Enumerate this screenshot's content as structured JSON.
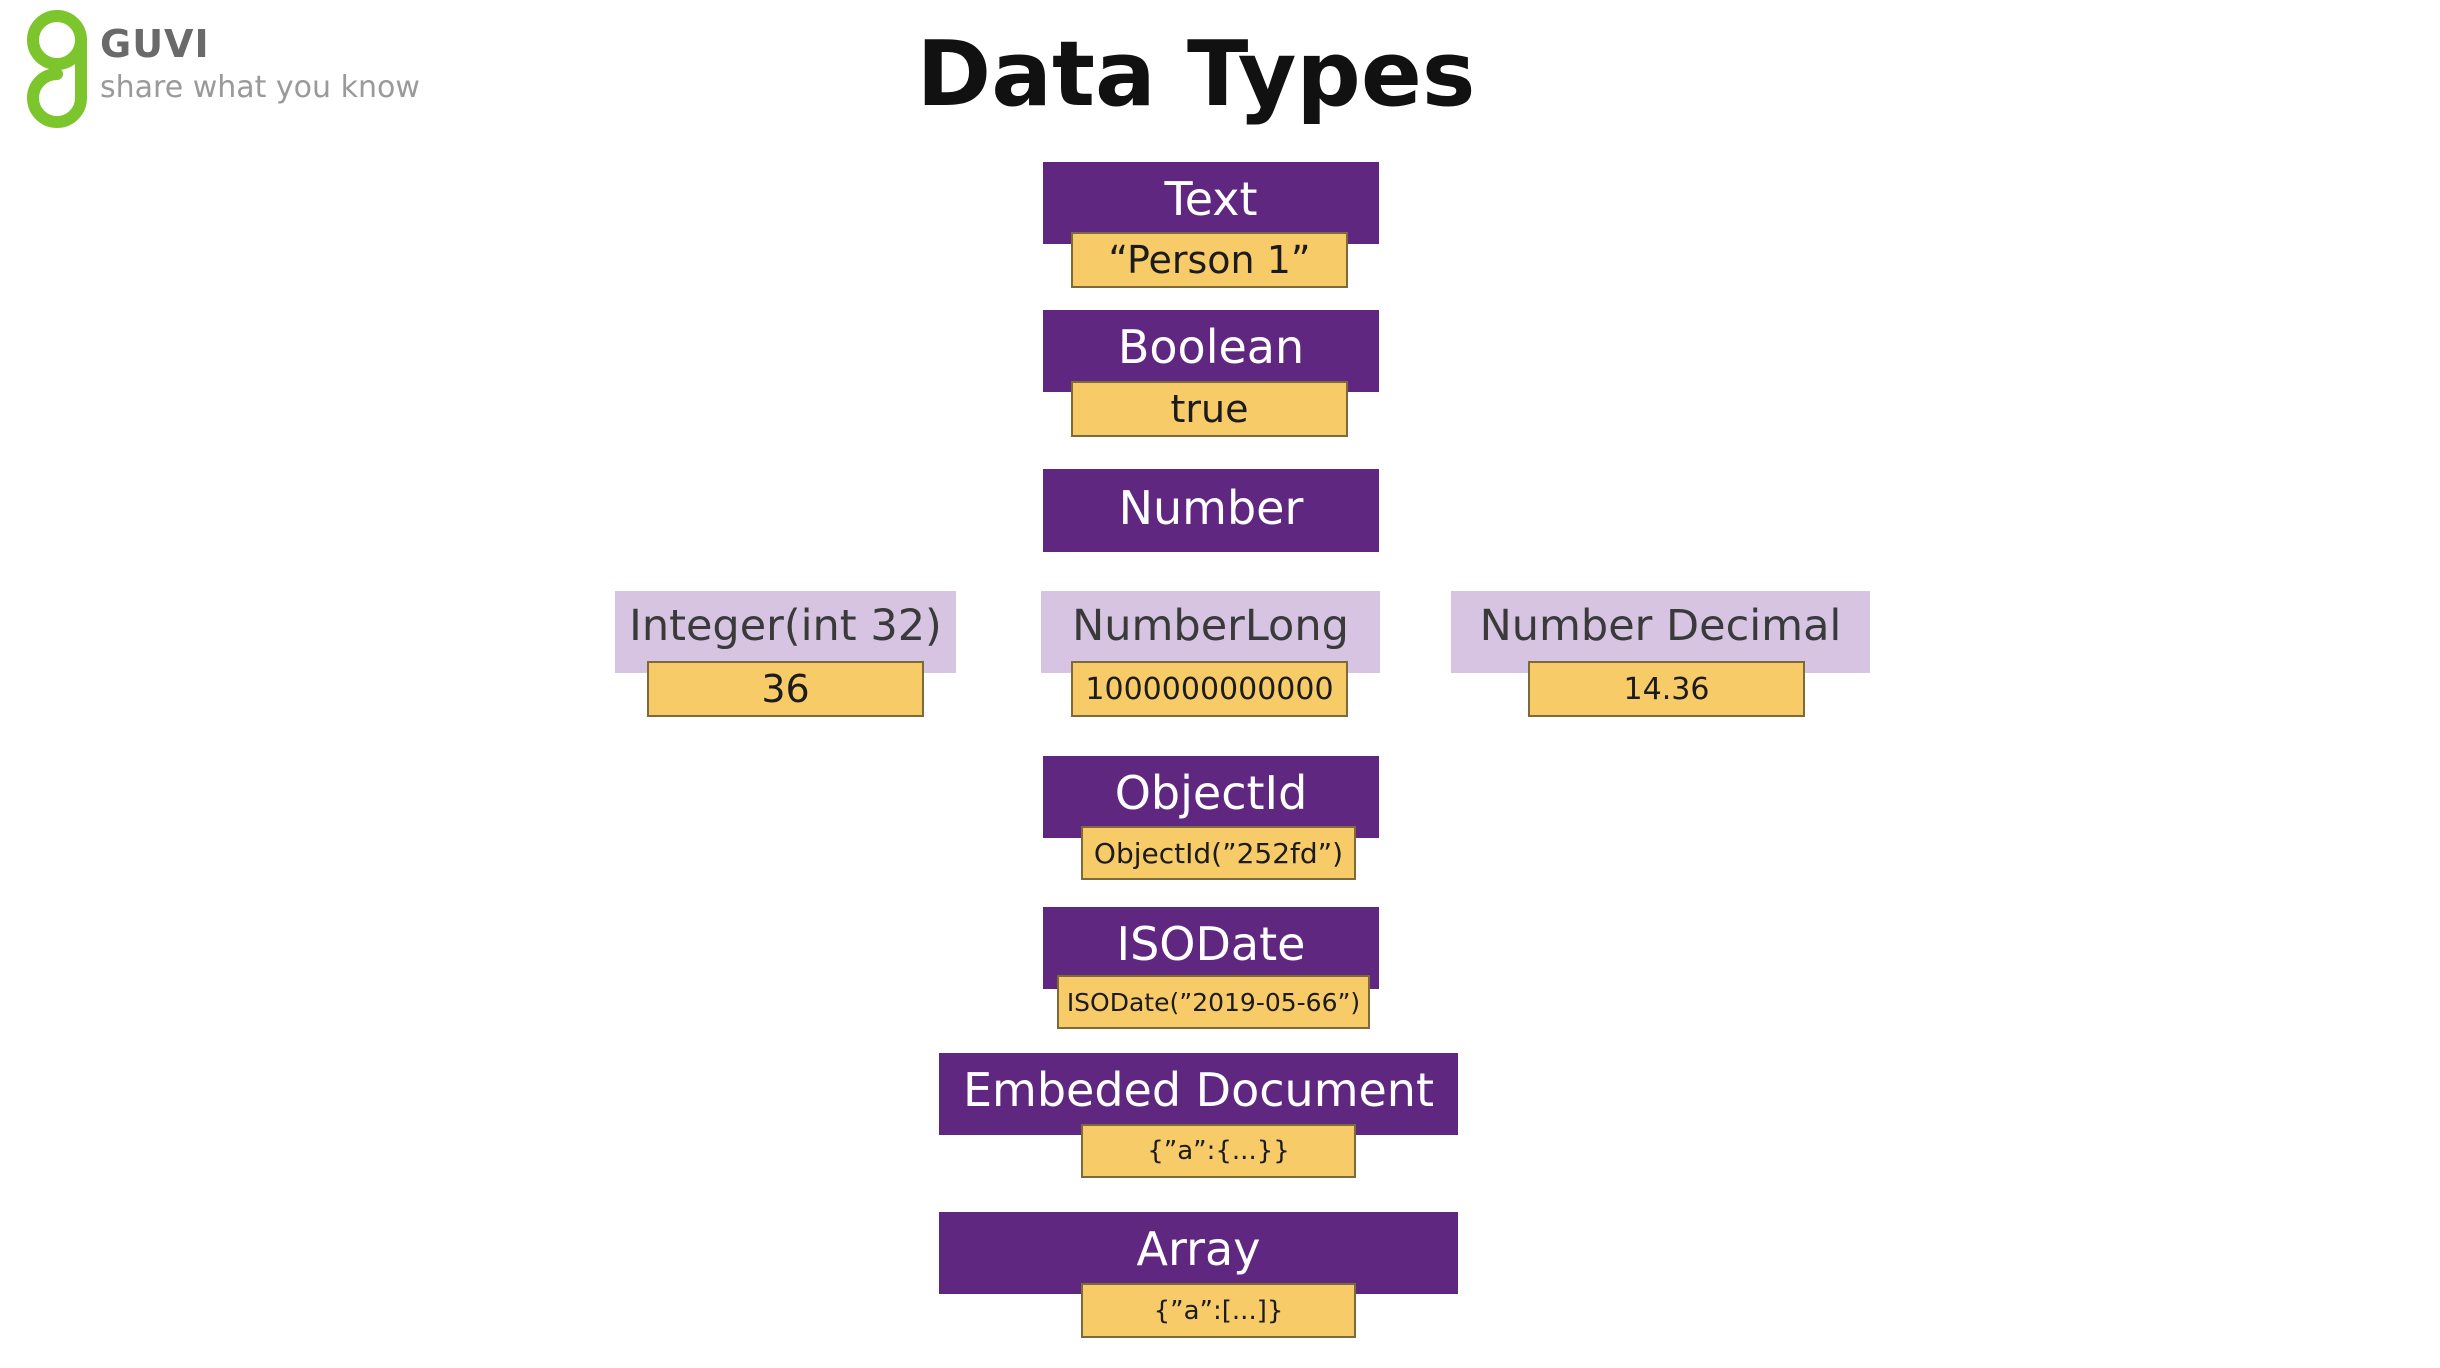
{
  "brand": {
    "name": "GUVI",
    "tagline": "share what you know",
    "color": "#7cc52c"
  },
  "title": "Data Types",
  "colors": {
    "type_box": "#5f2780",
    "subtype_box": "#d6c4e2",
    "value_box": "#f8cb69"
  },
  "types": {
    "text": {
      "label": "Text",
      "value": "“Person 1”"
    },
    "boolean": {
      "label": "Boolean",
      "value": "true"
    },
    "number": {
      "label": "Number"
    },
    "integer": {
      "label": "Integer(int 32)",
      "value": "36"
    },
    "number_long": {
      "label": "NumberLong",
      "value": "1000000000000"
    },
    "number_decimal": {
      "label": "Number Decimal",
      "value": "14.36"
    },
    "object_id": {
      "label": "ObjectId",
      "value": "ObjectId(”252fd”)"
    },
    "iso_date": {
      "label": "ISODate",
      "value": "ISODate(”2019-05-66”)"
    },
    "embedded_document": {
      "label": "Embeded Document",
      "value": "{”a”:{...}}"
    },
    "array": {
      "label": "Array",
      "value": "{”a”:[...]}"
    }
  }
}
